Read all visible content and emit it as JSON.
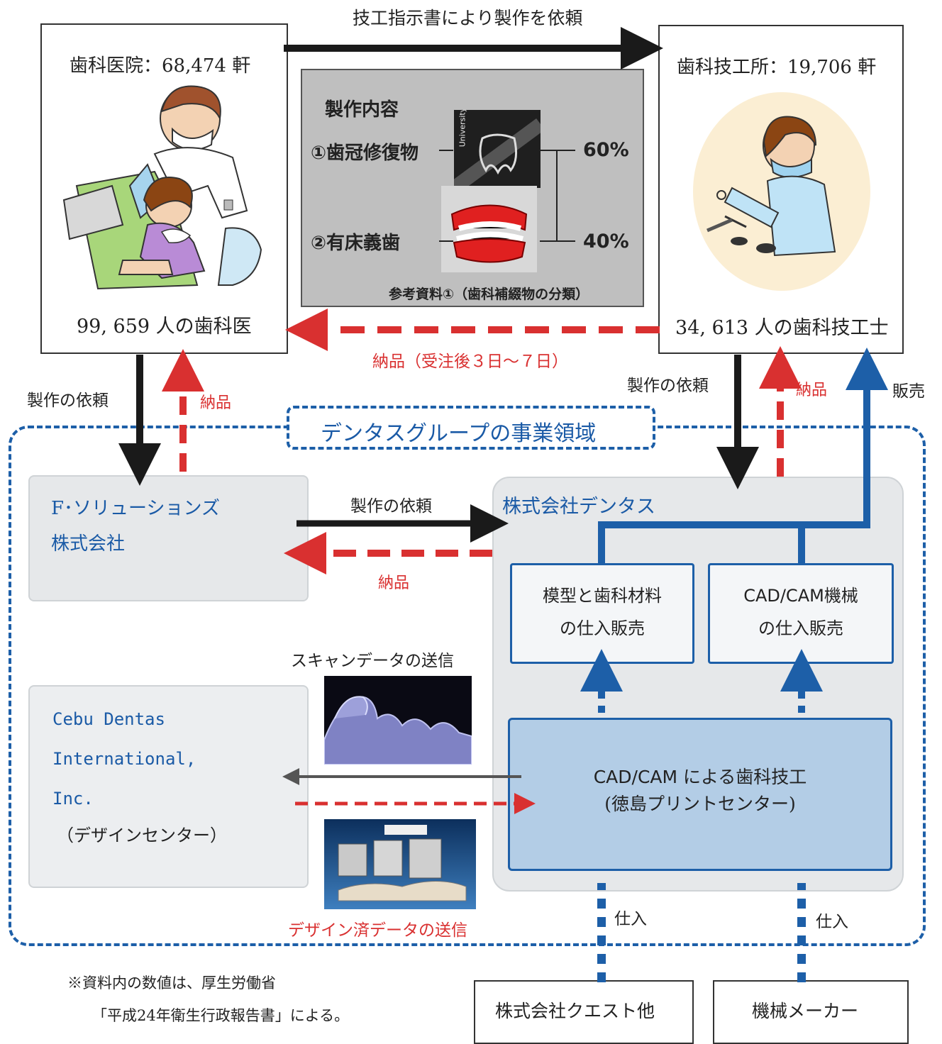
{
  "colors": {
    "accent_blue": "#1d5fa8",
    "delivery_red": "#d93030",
    "arrow_black": "#1a1a1a"
  },
  "top_arrow_label": "技工指示書により製作を依頼",
  "clinic": {
    "title": "歯科医院：68,474 軒",
    "dentists": "99, 659 人の歯科医"
  },
  "lab": {
    "title": "歯科技工所：19,706 軒",
    "technicians": "34, 613 人の歯科技工士"
  },
  "reference": {
    "heading": "製作内容",
    "item1_label": "①歯冠修復物",
    "item1_pct": "60%",
    "item2_label": "②有床義歯",
    "item2_pct": "40%",
    "image_text": "University",
    "caption": "参考資料①（歯科補綴物の分類）"
  },
  "delivery_to_clinic": "納品（受注後３日～７日）",
  "left_request": "製作の依頼",
  "left_delivery": "納品",
  "right_request": "製作の依頼",
  "right_delivery": "納品",
  "right_sales": "販売",
  "group_label": "デンタスグループの事業領域",
  "f_solutions": {
    "line1": "F･ソリューションズ",
    "line2": "株式会社"
  },
  "mid_request": "製作の依頼",
  "mid_delivery": "納品",
  "dentas": {
    "name": "株式会社デンタス",
    "box1_line1": "模型と歯科材料",
    "box1_line2": "の仕入販売",
    "box2_line1": "CAD/CAM機械",
    "box2_line2": "の仕入販売",
    "cadcam_line1": "CAD/CAM による歯科技工",
    "cadcam_line2": "(徳島プリントセンター)"
  },
  "scan_label": "スキャンデータの送信",
  "design_label": "デザイン済データの送信",
  "cebu": {
    "line1": "Cebu Dentas",
    "line2": "International,",
    "line3": "Inc.",
    "line4": "（デザインセンター）"
  },
  "purchase1": "仕入",
  "purchase2": "仕入",
  "supplier1": "株式会社クエスト他",
  "supplier2": "機械メーカー",
  "note_line1": "※資料内の数値は、厚生労働省",
  "note_line2": "「平成24年衛生行政報告書」による。"
}
